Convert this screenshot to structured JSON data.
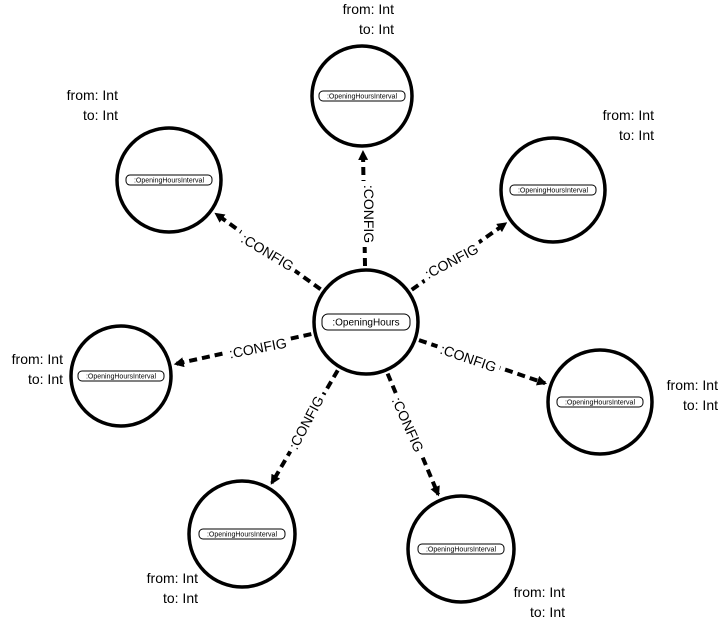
{
  "center": {
    "label": ":OpeningHours"
  },
  "relationship": ":CONFIG",
  "nodes": [
    {
      "label": ":OpeningHoursInterval",
      "props": [
        "from: Int",
        "to: Int"
      ]
    },
    {
      "label": ":OpeningHoursInterval",
      "props": [
        "from: Int",
        "to: Int"
      ]
    },
    {
      "label": ":OpeningHoursInterval",
      "props": [
        "from: Int",
        "to: Int"
      ]
    },
    {
      "label": ":OpeningHoursInterval",
      "props": [
        "from: Int",
        "to: Int"
      ]
    },
    {
      "label": ":OpeningHoursInterval",
      "props": [
        "from: Int",
        "to: Int"
      ]
    },
    {
      "label": ":OpeningHoursInterval",
      "props": [
        "from: Int",
        "to: Int"
      ]
    },
    {
      "label": ":OpeningHoursInterval",
      "props": [
        "from: Int",
        "to: Int"
      ]
    }
  ],
  "colors": {
    "stroke": "#000000",
    "fill": "#ffffff"
  }
}
